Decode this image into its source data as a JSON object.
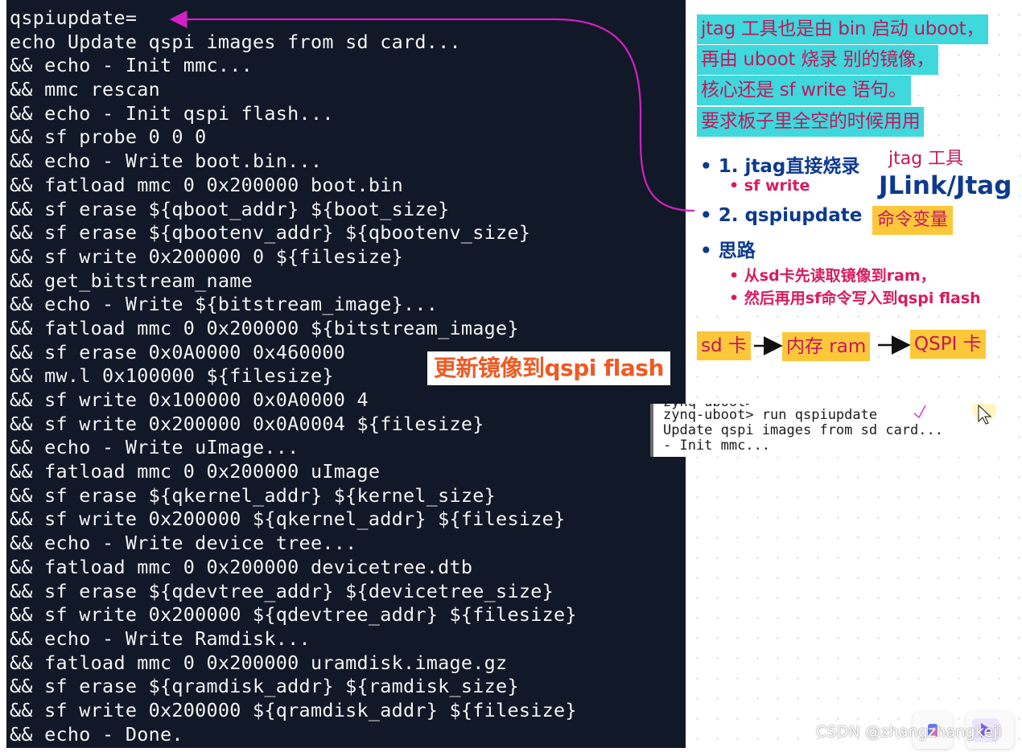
{
  "terminal": {
    "lines": [
      "qspiupdate=",
      "echo Update qspi images from sd card...",
      "&& echo - Init mmc...",
      "&& mmc rescan",
      "&& echo - Init qspi flash...",
      "&& sf probe 0 0 0",
      "&& echo - Write boot.bin...",
      "&& fatload mmc 0 0x200000 boot.bin",
      "&& sf erase ${qboot_addr} ${boot_size}",
      "&& sf erase ${qbootenv_addr} ${qbootenv_size}",
      "&& sf write 0x200000 0 ${filesize}",
      "&& get_bitstream_name",
      "&& echo - Write ${bitstream_image}...",
      "&& fatload mmc 0 0x200000 ${bitstream_image}",
      "&& sf erase 0x0A0000 0x460000",
      "&& mw.l 0x100000 ${filesize}",
      "&& sf write 0x100000 0x0A0000 4",
      "&& sf write 0x200000 0x0A0004 ${filesize}",
      "&& echo - Write uImage...",
      "&& fatload mmc 0 0x200000 uImage",
      "&& sf erase ${qkernel_addr} ${kernel_size}",
      "&& sf write 0x200000 ${qkernel_addr} ${filesize}",
      "&& echo - Write device tree...",
      "&& fatload mmc 0 0x200000 devicetree.dtb",
      "&& sf erase ${qdevtree_addr} ${devicetree_size}",
      "&& sf write 0x200000 ${qdevtree_addr} ${filesize}",
      "&& echo - Write Ramdisk...",
      "&& fatload mmc 0 0x200000 uramdisk.image.gz",
      "&& sf erase ${qramdisk_addr} ${ramdisk_size}",
      "&& sf write 0x200000 ${qramdisk_addr} ${filesize}",
      "&& echo - Done."
    ],
    "overlay_label": "更新镜像到qspi flash"
  },
  "notes": {
    "cyan_lines": [
      "jtag 工具也是由 bin 启动 uboot，",
      "再由 uboot 烧录 别的镜像，",
      "核心还是 sf write 语句。",
      "要求板子里全空的时候用用"
    ]
  },
  "slide": {
    "item1": "• 1. jtag直接烧录",
    "item1_sub": "• sf write",
    "item2": "• 2. qspiupdate",
    "item3": "• 思路",
    "item3_sub1": "• 从sd卡先读取镜像到ram，",
    "item3_sub2": "• 然后再用sf命令写入到qspi flash",
    "jtag_tool_label": "jtag 工具",
    "jlink_label": "JLink/Jtag",
    "cmd_var_label": "命令变量"
  },
  "flow": {
    "steps": [
      "sd 卡",
      "内存 ram",
      "QSPI 卡"
    ]
  },
  "cmd_screenshot": {
    "lines": [
      "zynq-uboot>",
      "zynq-uboot> run qspiupdate",
      "Update qspi images from sd card...",
      "- Init mmc..."
    ]
  },
  "watermark": "CSDN @zhangzhangkeji",
  "colors": {
    "terminal_bg": "#111827",
    "terminal_text": "#f3f3f3",
    "highlight_cyan": "#3ed8dd",
    "highlight_yellow": "#fdc73a",
    "annotation_pink": "#c2185b",
    "arrow_magenta": "#d41fc4",
    "slide_navy": "#0d3a8f",
    "overlay_orange": "#ee5a24"
  }
}
